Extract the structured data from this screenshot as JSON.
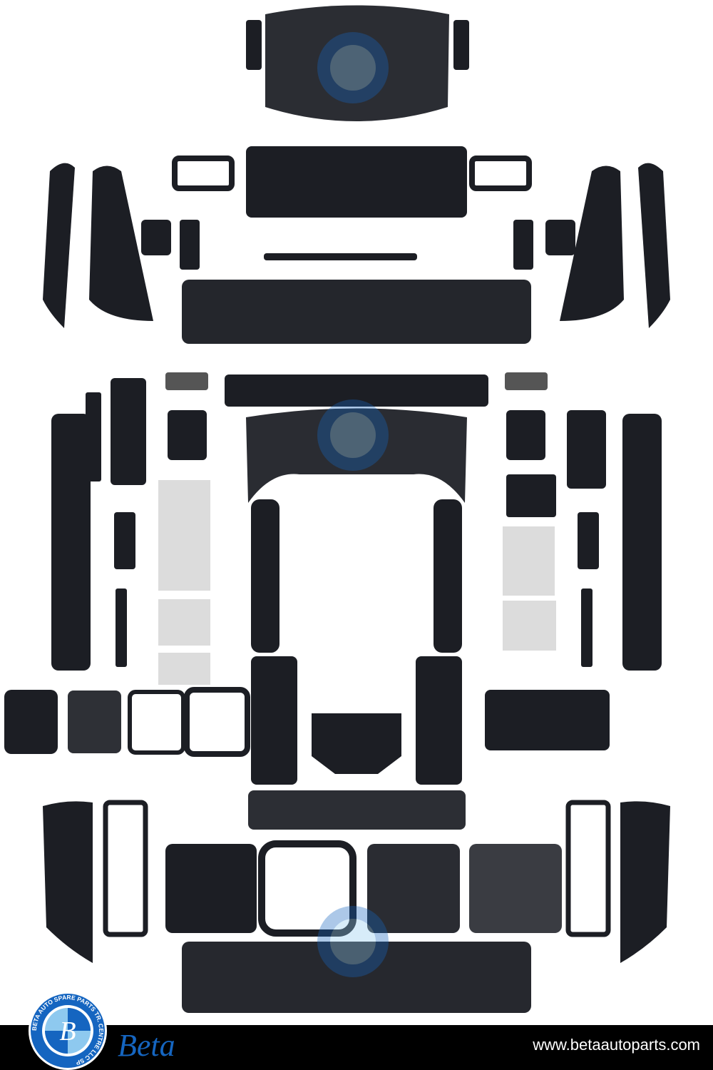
{
  "brand": {
    "name": "Beta",
    "website": "www.betaautoparts.com",
    "logo_text": "BETA AUTO SPARE PARTS TR. CENTRE LLC SP",
    "logo_letter": "B",
    "colors": {
      "brand_blue": "#1565c0",
      "logo_light_blue": "#8ec9ef",
      "footer": "#000000",
      "parts": "#1c1e24"
    }
  }
}
